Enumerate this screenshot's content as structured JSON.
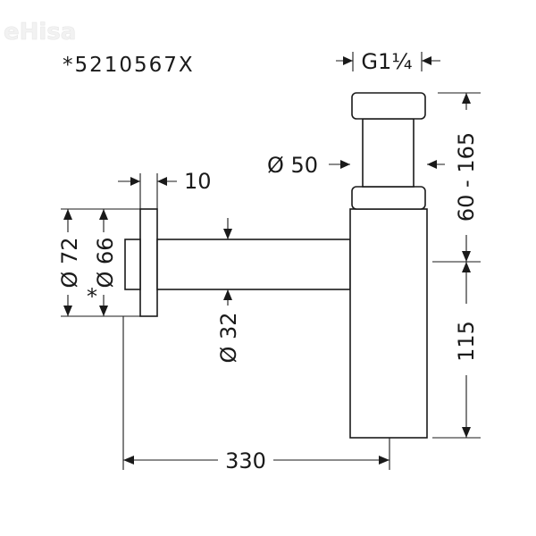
{
  "watermark": "eHisa",
  "product_code": "*5210567X",
  "dimensions": {
    "thread": "G1¼",
    "height_adjust": "60 - 165",
    "body_diameter": "Ø 50",
    "rosette_thickness": "10",
    "rosette_outer": "Ø 72",
    "rosette_inner": "Ø 66",
    "rosette_inner_note": "*",
    "pipe_diameter": "Ø 32",
    "body_height": "115",
    "total_length": "330"
  },
  "colors": {
    "line": "#1a1a1a",
    "background": "#ffffff",
    "watermark": "#e6e6e6"
  }
}
